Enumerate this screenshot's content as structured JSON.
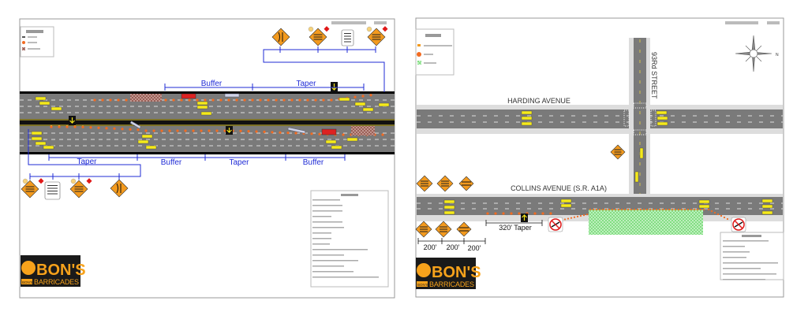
{
  "left_plan": {
    "labels": {
      "buffer_top": "Buffer",
      "taper_top": "Taper",
      "taper_bottom_1": "Taper",
      "buffer_bottom_1": "Buffer",
      "taper_bottom_2": "Taper",
      "buffer_bottom_2": "Buffer"
    },
    "logo": {
      "name": "BON'S",
      "sub": "BARRICADES",
      "badge": "BON'S"
    }
  },
  "right_plan": {
    "streets": {
      "harding": "HARDING AVENUE",
      "ninety_third": "93Rd STREET",
      "collins": "COLLINS AVENUE (S.R. A1A)"
    },
    "dimensions": {
      "taper": "320' Taper",
      "spacing": [
        "200'",
        "200'",
        "200'"
      ]
    },
    "compass_north": "N",
    "logo": {
      "name": "BON'S",
      "sub": "BARRICADES",
      "badge": "BON'S"
    }
  },
  "colors": {
    "road": "#7a7a7a",
    "sign_orange": "#f39a1e",
    "cone": "#f26b21",
    "dimension_blue": "#1f2bd6",
    "work_zone_green": "#7fe07f",
    "vehicle_yellow": "#f5ea1a",
    "logo_orange": "#f7a21b"
  }
}
